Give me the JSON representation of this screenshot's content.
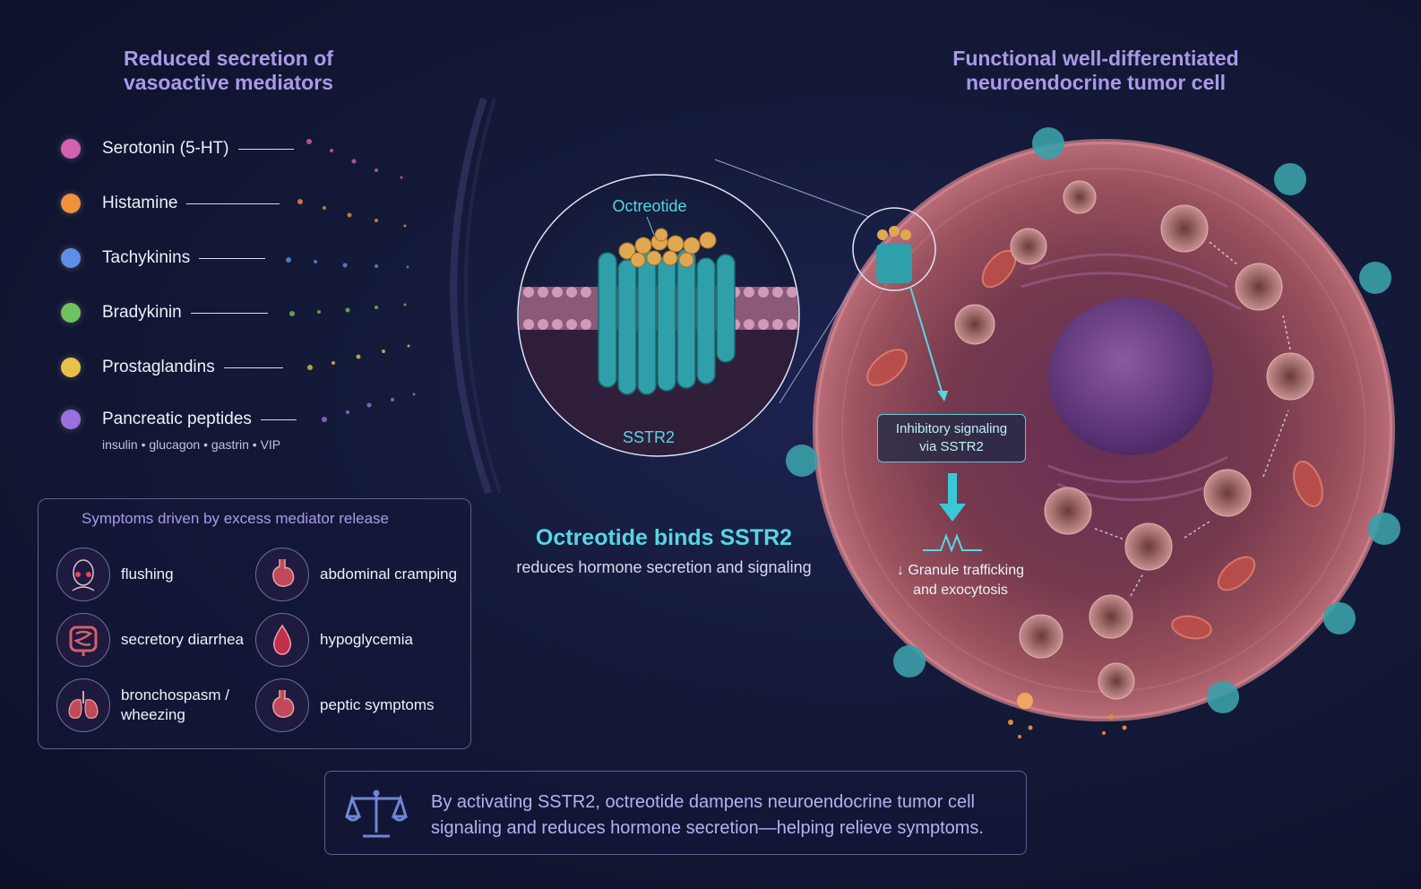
{
  "left_title": [
    "Reduced secretion of",
    "vasoactive mediators"
  ],
  "right_title": [
    "Functional well-differentiated",
    "neuroendocrine tumor cell"
  ],
  "mediators": [
    {
      "label": "Serotonin (5-HT)",
      "color": "#d55fb0"
    },
    {
      "label": "Histamine",
      "color": "#f0923a"
    },
    {
      "label": "Tachykinins",
      "color": "#5b8fe8"
    },
    {
      "label": "Bradykinin",
      "color": "#6fc25e"
    },
    {
      "label": "Prostaglandins",
      "color": "#e8c248"
    },
    {
      "label": "Pancreatic peptides",
      "color": "#9b6fe0"
    }
  ],
  "pancreatic_sub": "insulin • glucagon • gastrin • VIP",
  "symptoms_title": "Symptoms driven by excess mediator release",
  "symptoms": [
    {
      "label": "flushing",
      "icon": "face-flushing-icon"
    },
    {
      "label": "abdominal cramping",
      "icon": "stomach-icon"
    },
    {
      "label": "secretory diarrhea",
      "icon": "intestine-icon"
    },
    {
      "label": "hypoglycemia",
      "icon": "blood-drop-icon"
    },
    {
      "label": "bronchospasm / wheezing",
      "label_lines": [
        "bronchospasm /",
        "wheezing"
      ],
      "icon": "lungs-icon"
    },
    {
      "label": "peptic symptoms",
      "icon": "stomach-icon"
    }
  ],
  "zoom": {
    "ligand": "Octreotide",
    "receptor": "SSTR2"
  },
  "mechanism": {
    "title": "Octreotide binds SSTR2",
    "subtitle": "reduces hormone secretion and signaling"
  },
  "signal_box": [
    "Inhibitory signaling",
    "via SSTR2"
  ],
  "granule_text": [
    "↓ Granule trafficking",
    "and exocytosis"
  ],
  "footer": [
    "By activating SSTR2, octreotide dampens neuroendocrine tumor cell",
    "signaling and reduces hormone secretion—helping relieve symptoms."
  ],
  "colors": {
    "accent_cyan": "#57d6e3",
    "accent_purple": "#a99ae8",
    "cell_pink": "#b05a6a"
  }
}
